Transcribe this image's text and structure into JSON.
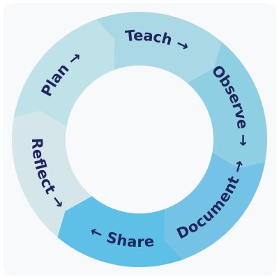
{
  "cycle": {
    "stages": [
      {
        "label": "Plan →",
        "color": "#bfe2e8"
      },
      {
        "label": "Teach →",
        "color": "#aad8e5"
      },
      {
        "label": "Observe →",
        "color": "#8fcfe3"
      },
      {
        "label": "Document →",
        "color": "#74c3e6"
      },
      {
        "label": "← Share",
        "color": "#5ebfe7"
      },
      {
        "label": "Reflect →",
        "color": "#d4e6e9"
      }
    ]
  },
  "colors": {
    "card_background": "#f8f9fa",
    "label_text": "#22265e",
    "ring_inner": "#f8f9fa"
  }
}
